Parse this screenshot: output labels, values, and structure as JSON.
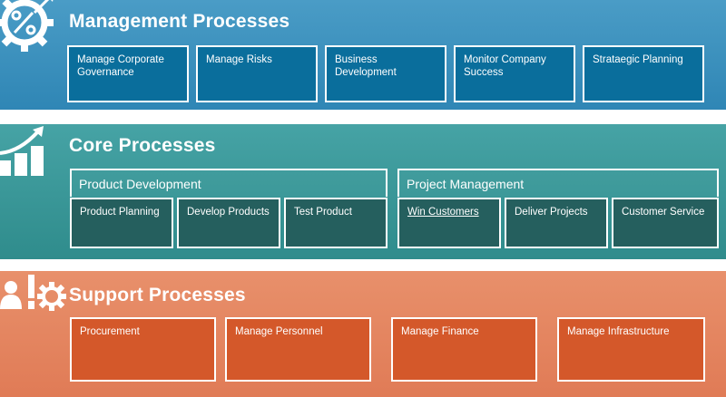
{
  "management": {
    "title": "Management Processes",
    "items": [
      {
        "label": "Manage Corporate Governance"
      },
      {
        "label": "Manage Risks"
      },
      {
        "label": "Business Development"
      },
      {
        "label": "Monitor Company Success"
      },
      {
        "label": "Strataegic Planning"
      }
    ],
    "icon": "percent-gear-icon"
  },
  "core": {
    "title": "Core Processes",
    "groups": [
      {
        "label": "Product Development",
        "items": [
          {
            "label": "Product Planning"
          },
          {
            "label": "Develop Products"
          },
          {
            "label": "Test Product"
          }
        ]
      },
      {
        "label": "Project Management",
        "items": [
          {
            "label": "Win Customers"
          },
          {
            "label": "Deliver Projects"
          },
          {
            "label": "Customer Service"
          }
        ]
      }
    ],
    "icon": "growth-chart-icon"
  },
  "support": {
    "title": "Support Processes",
    "items": [
      {
        "label": "Procurement"
      },
      {
        "label": "Manage Personnel"
      },
      {
        "label": "Manage Finance"
      },
      {
        "label": "Manage Infrastructure"
      }
    ],
    "icon": "person-tool-gear-icon"
  },
  "colors": {
    "management_band": "#3a90be",
    "management_box": "#0a6e9c",
    "core_band": "#3b9797",
    "core_box": "#255f5e",
    "support_band": "#e3845f",
    "support_box": "#d4582a"
  }
}
